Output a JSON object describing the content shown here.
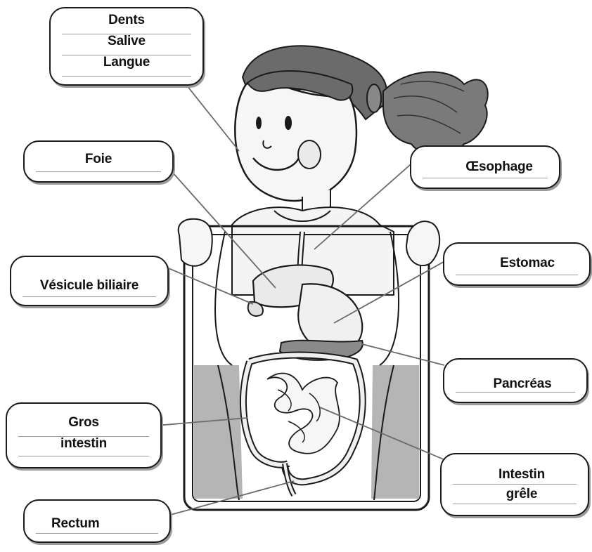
{
  "labels": {
    "mouth": {
      "lines": [
        "Dents",
        "Salive",
        "Langue"
      ]
    },
    "liver": {
      "lines": [
        "Foie"
      ]
    },
    "esophagus": {
      "lines": [
        "Œsophage"
      ]
    },
    "gallbladder": {
      "lines": [
        "Vésicule biliaire"
      ]
    },
    "stomach": {
      "lines": [
        "Estomac"
      ]
    },
    "pancreas": {
      "lines": [
        "Pancréas"
      ]
    },
    "large_intestine": {
      "lines": [
        "Gros",
        "intestin"
      ]
    },
    "small_intestine": {
      "lines": [
        "Intestin",
        "grêle"
      ]
    },
    "rectum": {
      "lines": [
        "Rectum"
      ]
    }
  },
  "colors": {
    "outline": "#1a1a1a",
    "guide_line": "#9c9c9c",
    "leader_line": "#6a6a6a",
    "panel_gray": "#b5b5b5",
    "hair": "#555555",
    "skin": "#f4f4f4"
  }
}
